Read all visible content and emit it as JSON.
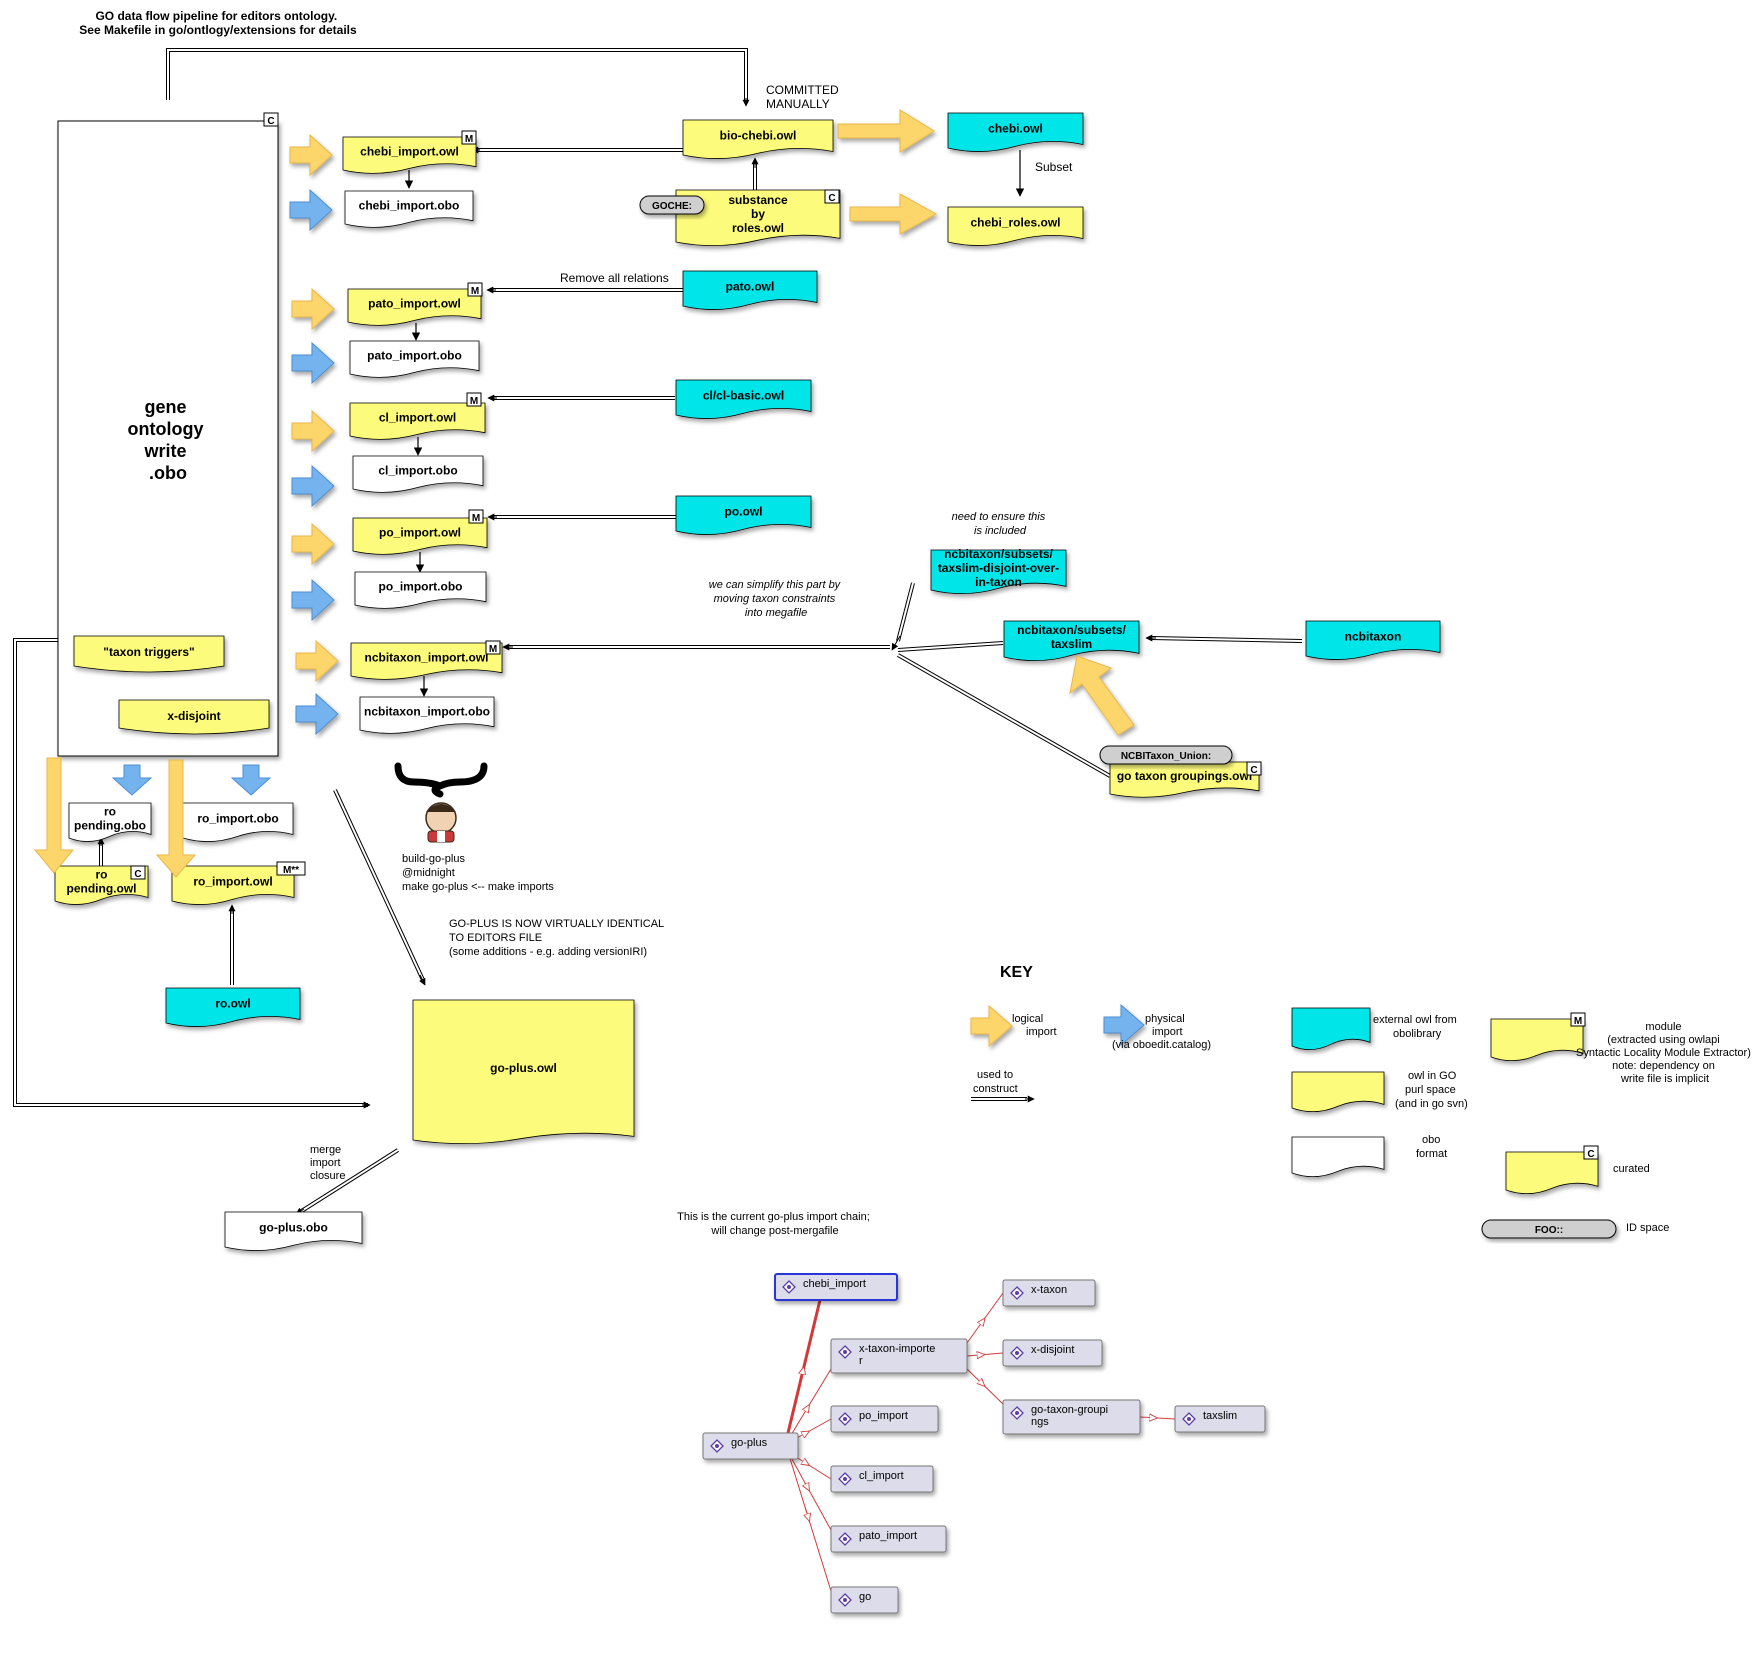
{
  "title_lines": [
    "GO data flow pipeline for editors ontology.",
    "See Makefile in go/ontlogy/extensions for details"
  ],
  "colors": {
    "yellow": "#fdfb7b",
    "cyan": "#00e5e8",
    "white": "#ffffff",
    "arrow_yellow": "#fcd66a",
    "arrow_blue": "#74b3ee",
    "graph_edge": "#d03a3a",
    "graph_node": "#dcdcea",
    "graph_selected": "#2a35d8"
  },
  "icons": {
    "document": "note-document-icon",
    "pill": "id-space-pill-icon",
    "logical": "logical-import-arrow-icon",
    "physical": "physical-import-arrow-icon",
    "construct": "used-to-construct-arrow-icon",
    "jenkins": "jenkins-butler-icon",
    "brace": "curly-brace-icon",
    "node": "ontology-node-icon"
  },
  "main_doc": {
    "lines": [
      "gene",
      "ontology",
      "write",
      ".obo"
    ],
    "badge": "C"
  },
  "main_inner": {
    "taxon_triggers": "\"taxon triggers\"",
    "x_disjoint": "x-disjoint"
  },
  "imports": [
    {
      "owl": "chebi_import.owl",
      "obo": "chebi_import.obo",
      "badge": "M"
    },
    {
      "owl": "pato_import.owl",
      "obo": "pato_import.obo",
      "badge": "M"
    },
    {
      "owl": "cl_import.owl",
      "obo": "cl_import.obo",
      "badge": "M"
    },
    {
      "owl": "po_import.owl",
      "obo": "po_import.obo",
      "badge": "M"
    },
    {
      "owl": "ncbitaxon_import.owl",
      "obo": "ncbitaxon_import.obo",
      "badge": "M"
    }
  ],
  "committed": "COMMITTED\nMANUALLY",
  "bio_chebi": "bio-chebi.owl",
  "substance": {
    "text": "substance\nby\nroles.owl",
    "badge": "C",
    "pill": "GOCHE:"
  },
  "chebi_owl": "chebi.owl",
  "subset_label": "Subset",
  "chebi_roles": "chebi_roles.owl",
  "remove_relations": "Remove all relations",
  "pato_owl": "pato.owl",
  "cl_basic": "cl/cl-basic.owl",
  "po_owl": "po.owl",
  "ensure_note": "need to ensure this\nis included",
  "simplify_note": "we can simplify this part by\nmoving taxon constraints\ninto megafile",
  "taxslim_over": "ncbitaxon/subsets/\ntaxslim-disjoint-over-\nin-taxon",
  "taxslim": "ncbitaxon/subsets/\ntaxslim",
  "ncbitaxon": "ncbitaxon",
  "taxon_groupings": {
    "text": "go taxon groupings.owl",
    "badge": "C",
    "pill": "NCBITaxon_Union:"
  },
  "ro_pending_obo": "ro\npending.obo",
  "ro_pending_owl": {
    "text": "ro\npending.owl",
    "badge": "C"
  },
  "ro_import_obo": "ro_import.obo",
  "ro_import_owl": {
    "text": "ro_import.owl",
    "badge": "M**"
  },
  "ro_owl": "ro.owl",
  "jenkins_text": "build-go-plus\n@midnight\nmake go-plus <-- make imports",
  "goplus_note": "GO-PLUS IS NOW VIRTUALLY IDENTICAL\nTO EDITORS FILE\n(some additions - e.g. adding versionIRI)",
  "goplus_owl": "go-plus.owl",
  "merge_label": "merge\nimport\nclosure",
  "goplus_obo": "go-plus.obo",
  "key": {
    "title": "KEY",
    "logical": "logical\nimport",
    "physical": "physical\nimport\n(via oboedit.catalog)",
    "construct": "used to\nconstruct",
    "external": "external owl from\nobolibrary",
    "owl_go": "owl in GO\npurl space\n(and in go svn)",
    "obo": "obo\nformat",
    "module": "module\n(extracted using owlapi\nSyntactic Locality Module Extractor)\nnote: dependency on\nwrite file is implicit",
    "module_badge": "M",
    "curated": "curated",
    "curated_badge": "C",
    "pill": "FOO::",
    "id_space": "ID space"
  },
  "chain_note": "This is the current go-plus import chain;\nwill change post-mergafile",
  "graph_nodes": {
    "chebi_import": "chebi_import",
    "x_taxon": "x-taxon",
    "x_taxon_importer": "x-taxon-importe\nr",
    "x_disjoint": "x-disjoint",
    "po_import": "po_import",
    "go_taxon_groupings": "go-taxon-groupi\nngs",
    "taxslim": "taxslim",
    "go_plus": "go-plus",
    "cl_import": "cl_import",
    "pato_import": "pato_import",
    "go": "go"
  }
}
